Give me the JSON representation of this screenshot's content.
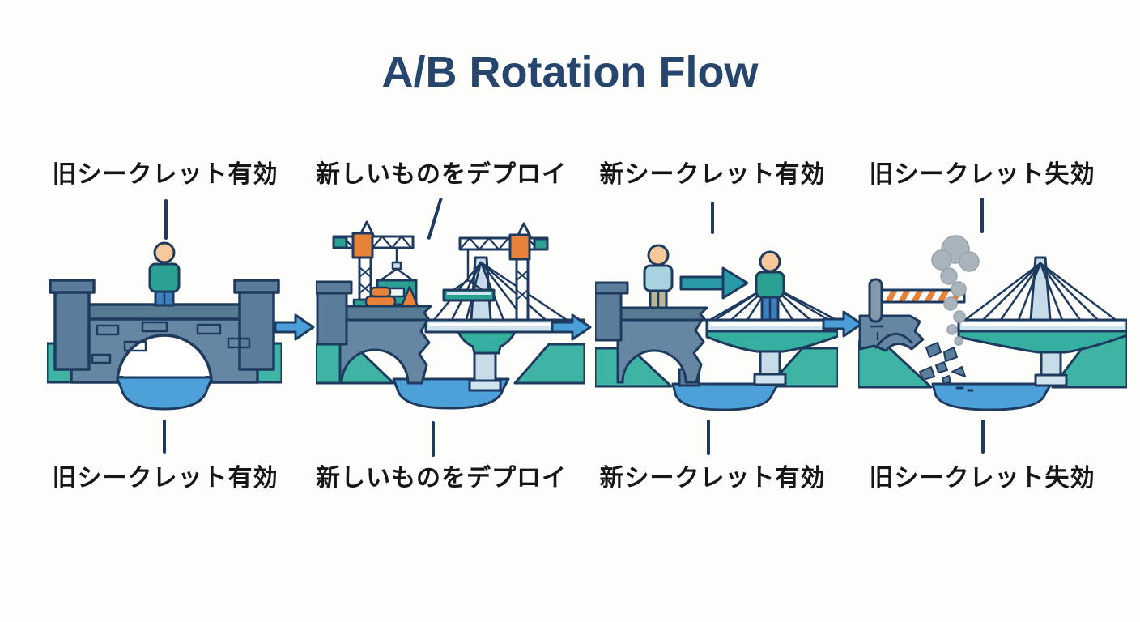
{
  "title": "A/B Rotation Flow",
  "stages": [
    {
      "label_top": "旧シークレット有効",
      "label_bottom": "旧シークレット有効",
      "illustration": "person-standing-on-old-stone-bridge"
    },
    {
      "label_top": "新しいものをデプロイ",
      "label_bottom": "新しいものをデプロイ",
      "illustration": "two-cranes-constructing-new-cable-bridge-beside-old-bridge"
    },
    {
      "label_top": "新シークレット有効",
      "label_bottom": "新シークレット有効",
      "illustration": "person-crossing-from-old-bridge-to-new-bridge"
    },
    {
      "label_top": "旧シークレット失効",
      "label_bottom": "旧シークレット失効",
      "illustration": "old-bridge-demolished-with-barrier-and-smoke-new-bridge-standing"
    }
  ],
  "flow": {
    "arrow_count": 3,
    "direction": "left-to-right"
  },
  "colors": {
    "title": "#26466d",
    "label_text": "#161616",
    "outline_navy": "#1f3a5f",
    "stone_bridge": "#6587a3",
    "stone_dark": "#567a91",
    "bank_teal": "#3fb4a4",
    "water_blue": "#4da0d8",
    "accent_teal": "#2ba193",
    "deck_light": "#cfe4ee",
    "pylon_light": "#c7dce8",
    "construction_orange": "#e8823a",
    "flow_arrow_blue": "#4b9fd8",
    "smoke_gray": "#aab4bc",
    "skin": "#f6c89a"
  }
}
